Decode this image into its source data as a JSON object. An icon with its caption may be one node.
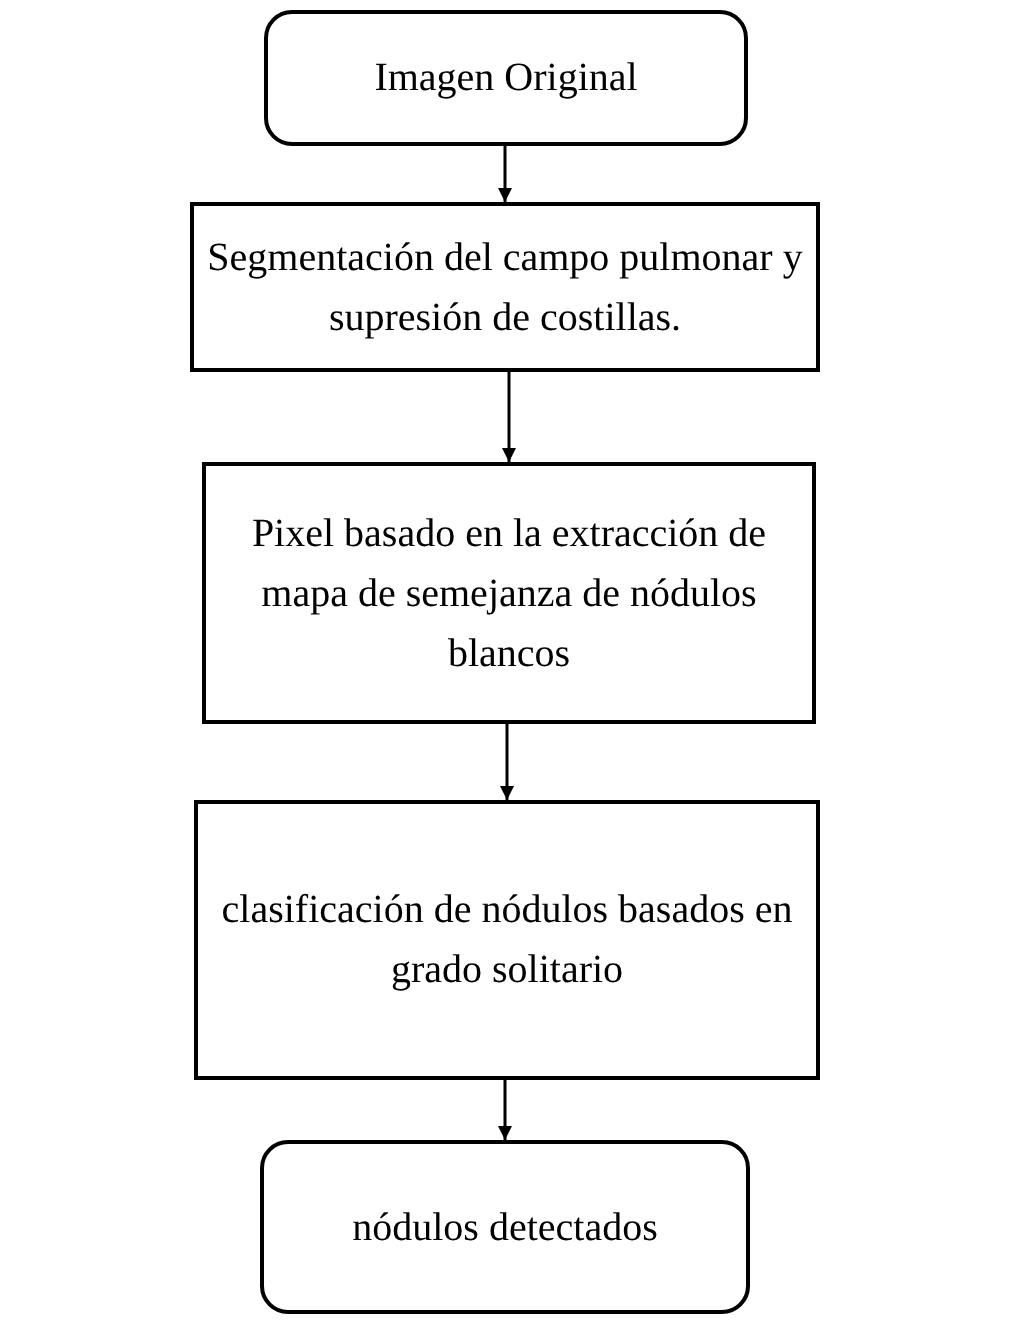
{
  "diagram": {
    "nodes": [
      {
        "text": [
          "Imagen Original"
        ]
      },
      {
        "text": [
          "Segmentación del campo pulmonar y supresión de costillas."
        ]
      },
      {
        "text": [
          "Pixel basado en la extracción de mapa de semejanza de nódulos blancos"
        ]
      },
      {
        "text": [
          "clasificación de nódulos basados en grado solitario"
        ]
      },
      {
        "text": [
          "nódulos detectados"
        ]
      }
    ],
    "edges": [
      {
        "from": 0,
        "to": 1,
        "arrow": "to"
      },
      {
        "from": 1,
        "to": 2,
        "arrow": "to"
      },
      {
        "from": 2,
        "to": 3,
        "arrow": "to"
      },
      {
        "from": 3,
        "to": 4,
        "arrow": "to"
      }
    ]
  }
}
